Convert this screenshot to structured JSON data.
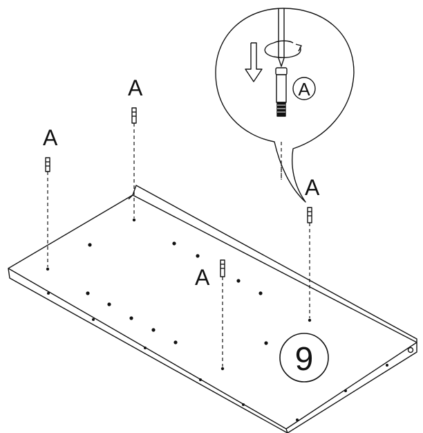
{
  "diagram": {
    "part_label": "A",
    "step_number": "9",
    "detail_callout_label": "A",
    "ink_color": "#111111",
    "background_color": "#ffffff",
    "icons": [
      "rotate-arrow-icon",
      "push-down-arrow-icon",
      "cam-dowel-icon"
    ]
  }
}
